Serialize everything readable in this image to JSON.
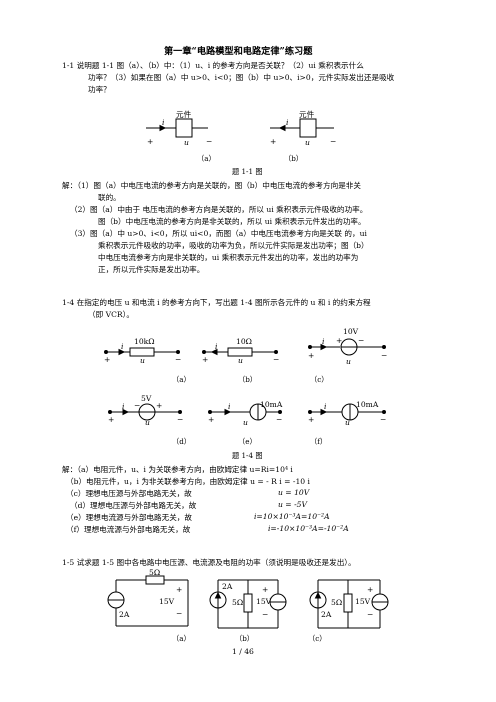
{
  "title": "第一章“电路模型和电路定律”练习题",
  "q1": {
    "line1": "1-1 说明题 1-1 图（a）、（b）中：（1）u、i 的参考方向是否关联？（2）ui 乘积表示什么",
    "line2": "功率？（3）如果在图（a）中 u>0、i<0；图（b）中 u>0、i>0，元件实际发出还是吸收",
    "line3": "功率？",
    "fig_a_label": "（a）",
    "fig_b_label": "（b）",
    "element_label": "元件",
    "fig_caption": "题 1-1 图",
    "sol1a": "解：（1）图（a）中电压电流的参考方向是关联的，图（b）中电压电流的参考方向是非关",
    "sol1b": "联的。",
    "sol2a": "（2）图（a）中由于 电压电流的参考方向是关联的，所以 ui 乘积表示元件吸收的功率。",
    "sol2b": "图（b）中电压电流的参考方向是非关联的，所以 ui 乘积表示元件发出的功率。",
    "sol3a": "（3）图（a）中 u>0、i<0，所以 ui<0，而图（a）中电压电流参考方向是关联 的，ui",
    "sol3b": "乘积表示元件吸收的功率，吸收的功率为负，所以元件实际是发出功率；图（b）",
    "sol3c": "中电压电流参考方向是非关联的，ui 乘积表示元件发出的功率，发出的功率为",
    "sol3d": "正，所以元件实际是发出功率。"
  },
  "q4": {
    "line1": "1-4 在指定的电压 u 和电流 i 的参考方向下，写出题 1-4 图所示各元件的 u 和 i 的约束方程",
    "line2": "（即 VCR）。",
    "res_a": "10kΩ",
    "res_b": "10Ω",
    "vs_c": "10V",
    "vs_d": "5V",
    "cs_e": "10mA",
    "cs_f": "10mA",
    "lab_a": "（a）",
    "lab_b": "（b）",
    "lab_c": "（c）",
    "lab_d": "（d）",
    "lab_e": "（e）",
    "lab_f": "（f）",
    "fig_caption": "题 1-4 图",
    "sa": "解：（a）电阻元件，u、i 为关联参考方向，由欧姆定律 u=Ri=10⁴ i",
    "sb": "（b）电阻元件，u，i 为非关联参考方向，由欧姆定律 u = - R i = -10 i",
    "sc": "（c）理想电压源与外部电路无关，故",
    "sc_eq": "u = 10V",
    "sd": "（d）理想电压源与外部电路无关，故",
    "sd_eq": "u = -5V",
    "se": "（e）理想电流源与外部电路无关，故",
    "se_eq": "i=10×10⁻³A=10⁻²A",
    "sf": "（f）理想电流源与外部电路无关，故",
    "sf_eq": "i=-10×10⁻³A=-10⁻²A"
  },
  "q5": {
    "line1": "1-5 试求题 1-5 图中各电路中电压源、电流源及电阻的功率（须说明是吸收还是发出）。",
    "res": "5Ω",
    "vs": "15V",
    "cs": "2A",
    "lab_a": "（a）",
    "lab_b": "（b）",
    "lab_c": "（c）"
  },
  "sym": {
    "plus": "+",
    "minus": "−",
    "u": "u",
    "i": "i"
  },
  "page_number": "1 / 46"
}
